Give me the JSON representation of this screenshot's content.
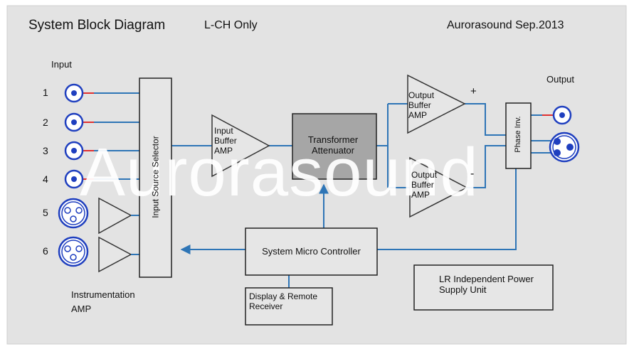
{
  "header": {
    "title": "System Block Diagram",
    "subtitle": "L-CH Only",
    "credit": "Aurorasound  Sep.2013"
  },
  "inputs": {
    "heading": "Input",
    "numbers": [
      "1",
      "2",
      "3",
      "4",
      "5",
      "6"
    ]
  },
  "blocks": {
    "input_selector": "Input Source Selector",
    "input_buffer": "Input Buffer AMP",
    "transformer": "Transformer Attenuator",
    "output_buffer_pos": "Output Buffer AMP",
    "output_buffer_neg": "Output Buffer AMP",
    "phase_inv": "Phase Inv.",
    "micro_controller": "System Micro Controller",
    "display": "Display & Remote Receiver",
    "power_supply": "LR Independent Power Supply Unit",
    "instrumentation_amp": "Instrumentation AMP"
  },
  "output": {
    "heading": "Output",
    "plus": "+",
    "minus": "-"
  },
  "watermark": "Aurorasound",
  "colors": {
    "background": "#e3e3e3",
    "wire": "#2e75b6",
    "connector": "#1f3fbf",
    "hot_pin": "#e03030",
    "block_fill": "#e6e6e6",
    "transformer_fill": "#a6a6a6",
    "outline": "#222222"
  }
}
